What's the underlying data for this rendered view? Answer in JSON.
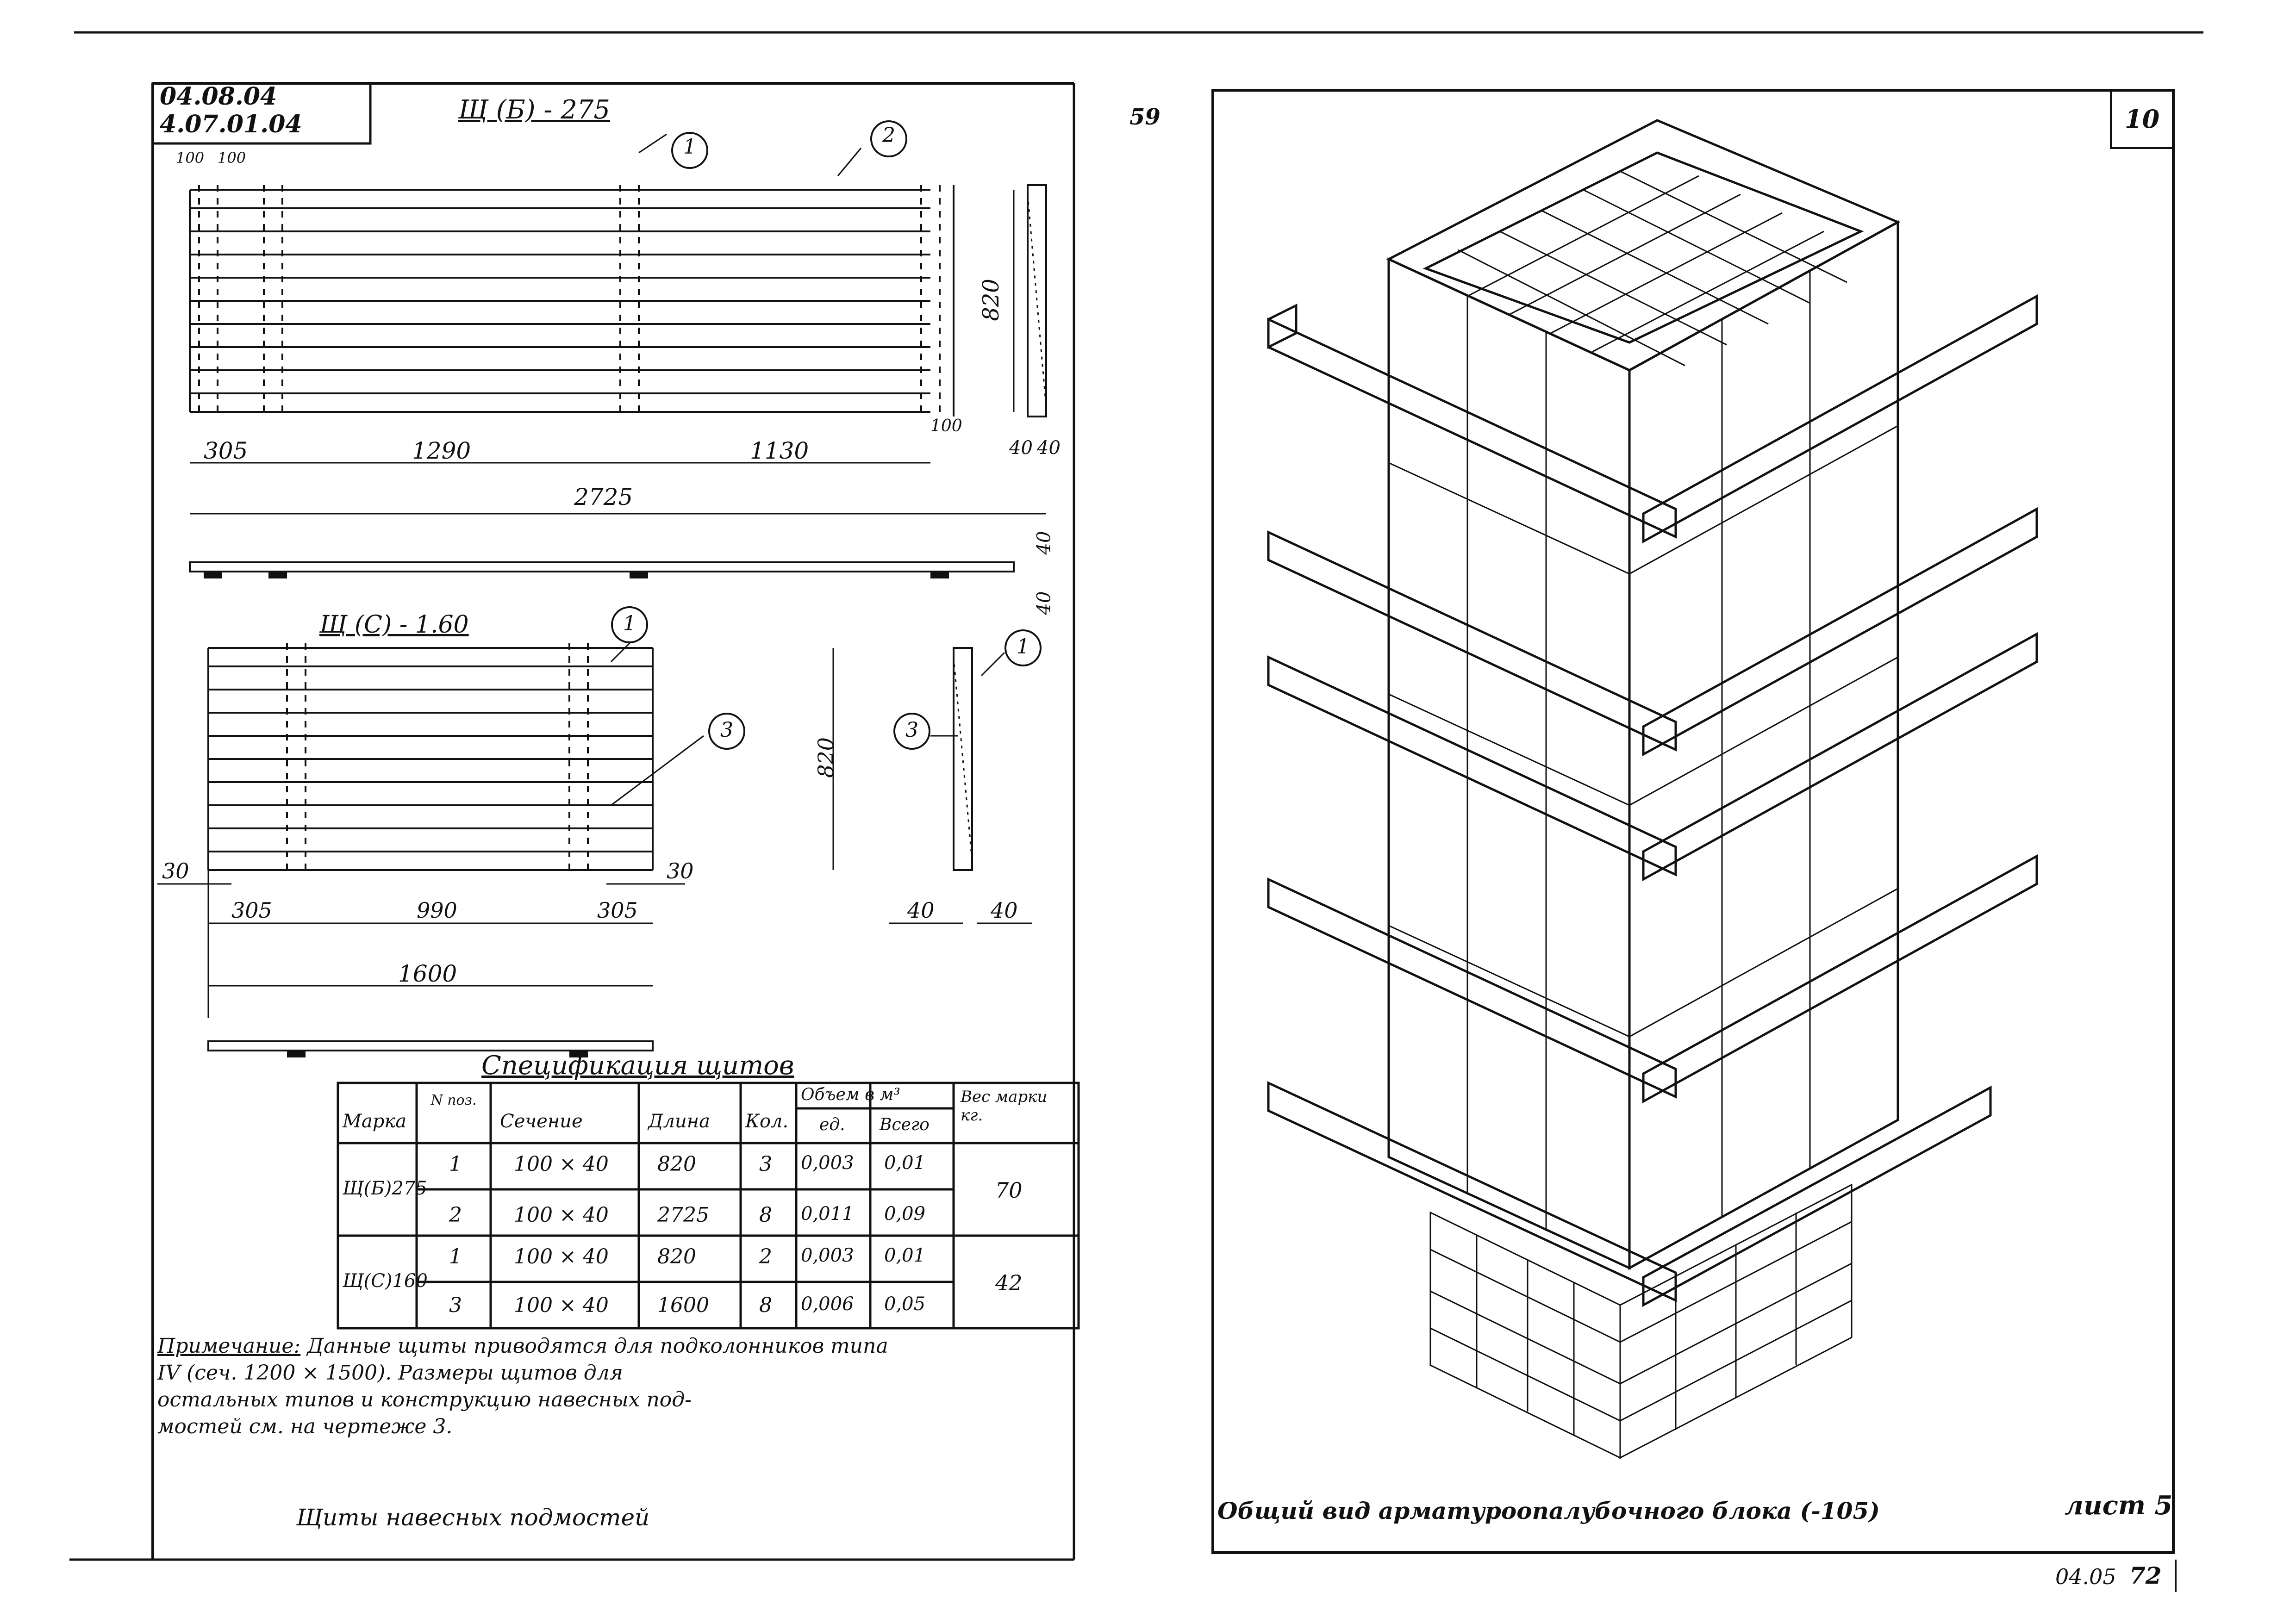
{
  "left_sheet": {
    "stamp_line1": "04.08.04",
    "stamp_line2": "4.07.01.04",
    "page_number": "59",
    "shield_b": {
      "title": "Щ (Б) - 275",
      "callout_1": "1",
      "callout_2": "2",
      "dim_height": "820",
      "dim_1": "305",
      "dim_2": "1290",
      "dim_3": "1130",
      "dim_4": "100",
      "dim_5": "40",
      "dim_6": "40",
      "dim_total": "2725",
      "dim_side_1": "40",
      "dim_side_2": "40",
      "dim_top_a": "100",
      "dim_top_b": "100"
    },
    "shield_c": {
      "title": "Щ (С) - 1.60",
      "callout_1a": "1",
      "callout_1b": "1",
      "callout_3a": "3",
      "callout_3b": "3",
      "dim_height": "820",
      "dim_30_left": "30",
      "dim_30_right": "30",
      "dim_1": "305",
      "dim_2": "990",
      "dim_3": "305",
      "dim_total": "1600",
      "dim_4": "40",
      "dim_5": "40"
    },
    "spec_table": {
      "title": "Спецификация щитов",
      "headers": {
        "mark": "Марка",
        "num": "N поз.",
        "section": "Сечение",
        "length": "Длина",
        "qty": "Кол.",
        "volume": "Объем в м³",
        "vol_unit": "ед.",
        "vol_total": "Всего",
        "weight": "Вес марки кг."
      },
      "groups": [
        {
          "mark": "Щ(Б)275",
          "weight": "70",
          "rows": [
            {
              "num": "1",
              "section": "100 × 40",
              "length": "820",
              "qty": "3",
              "unit": "0,003",
              "total": "0,01"
            },
            {
              "num": "2",
              "section": "100 × 40",
              "length": "2725",
              "qty": "8",
              "unit": "0,011",
              "total": "0,09"
            }
          ]
        },
        {
          "mark": "Щ(С)160",
          "weight": "42",
          "rows": [
            {
              "num": "1",
              "section": "100 × 40",
              "length": "820",
              "qty": "2",
              "unit": "0,003",
              "total": "0,01"
            },
            {
              "num": "3",
              "section": "100 × 40",
              "length": "1600",
              "qty": "8",
              "unit": "0,006",
              "total": "0,05"
            }
          ]
        }
      ]
    },
    "note_label": "Примечание:",
    "note_text_1": "Данные щиты приводятся для подколонников типа",
    "note_text_2": "IV (сеч. 1200 × 1500). Размеры щитов для",
    "note_text_3": "остальных типов и конструкцию навесных под-",
    "note_text_4": "мостей см. на чертеже 3.",
    "caption": "Щиты навесных подмостей"
  },
  "right_sheet": {
    "sheet_number": "10",
    "caption": "Общий вид арматуроопалубочного блока (-105)",
    "list_label": "лист 5",
    "footer_code": "04.05",
    "footer_page": "72"
  }
}
